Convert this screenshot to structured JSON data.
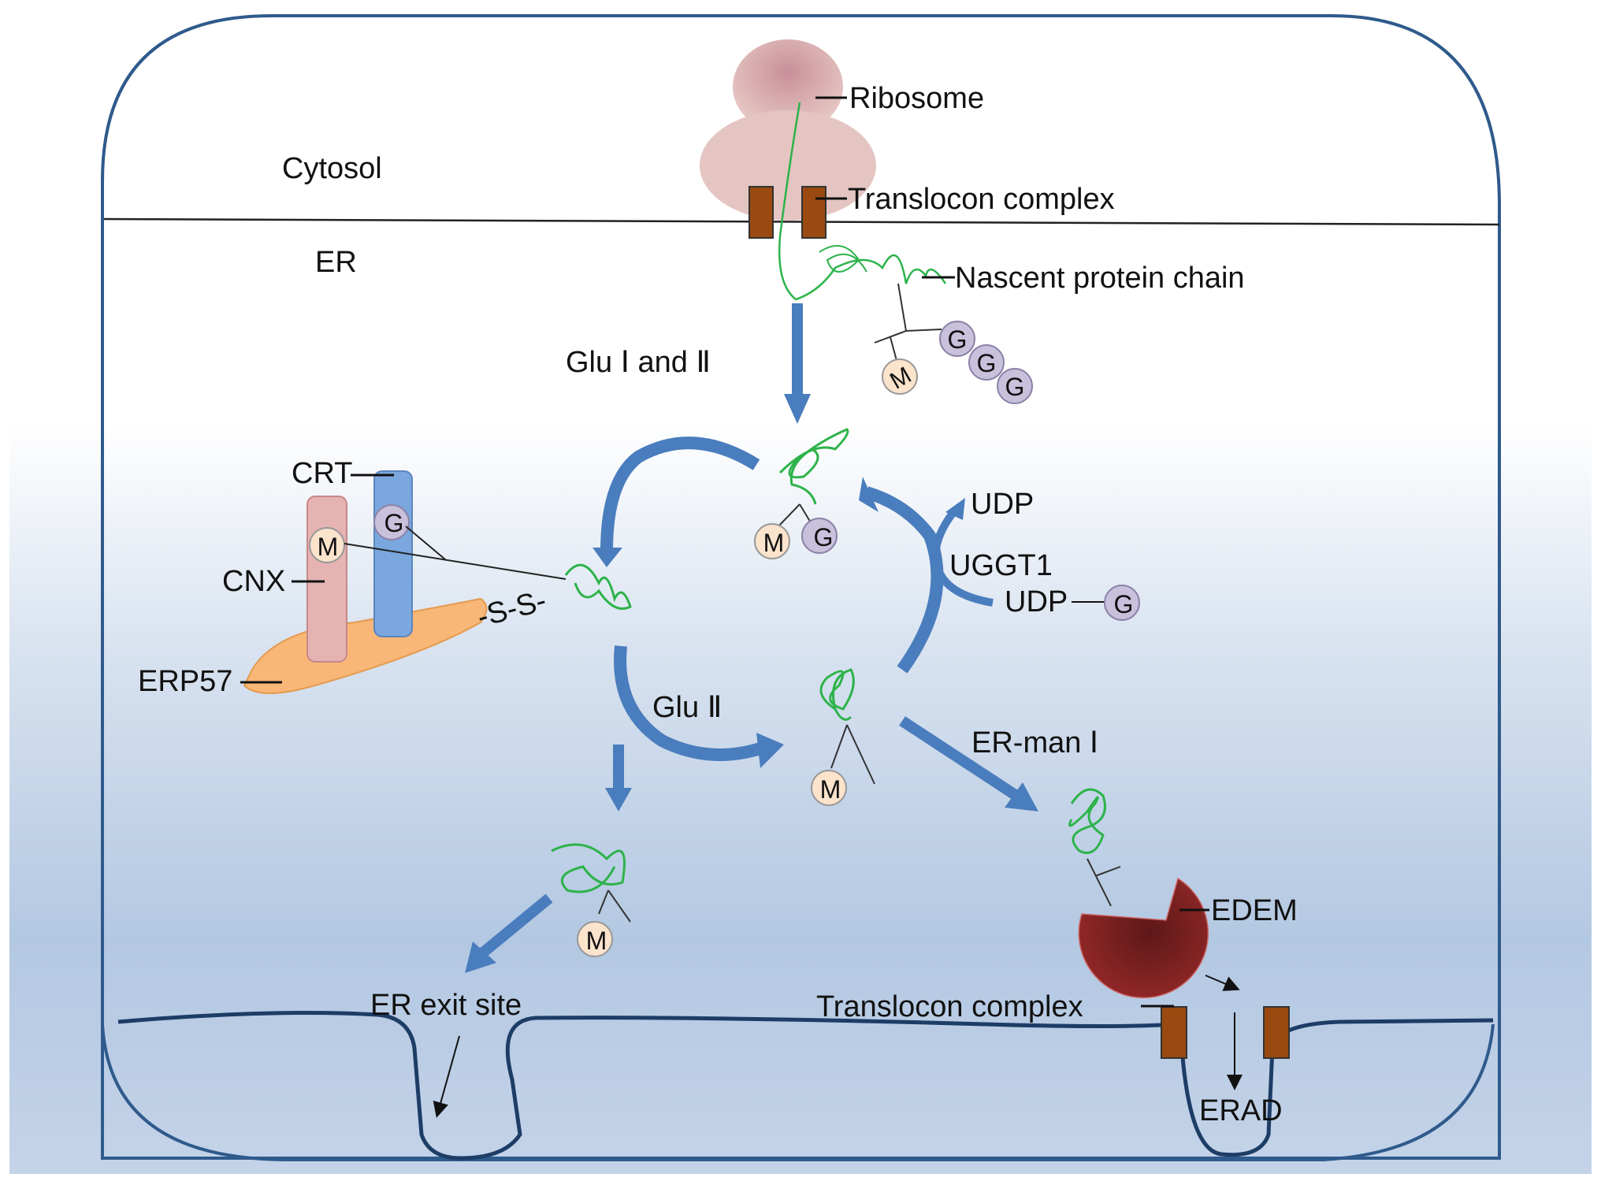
{
  "regions": {
    "cytosol": "Cytosol",
    "er": "ER"
  },
  "labels": {
    "ribosome": "Ribosome",
    "translocon_top": "Translocon  complex",
    "nascent_chain": "Nascent protein chain",
    "glu_i_ii": "Glu  Ⅰ  and  Ⅱ",
    "crt": "CRT",
    "cnx": "CNX",
    "erp57": "ERP57",
    "disulfide": "-S-S-",
    "udp_out": "UDP",
    "uggt1": "UGGT1",
    "udp_in": "UDP",
    "glu_ii": "Glu  Ⅱ",
    "er_man_i": "ER-man Ⅰ",
    "edem": "EDEM",
    "er_exit_site": "ER exit site",
    "translocon_bottom": "Translocon  complex",
    "erad": "ERAD"
  },
  "sugars": {
    "mannose": "M",
    "glucose": "G"
  },
  "colors": {
    "cell_border": "#2f5a8c",
    "arrow_blue": "#4a7dbd",
    "protein_green": "#2db34a",
    "translocon_brown": "#9a4a10",
    "ribosome_pink": "#d9b2b2",
    "cnx_pink": "#e6b3b3",
    "crt_blue": "#7aa7de",
    "erp57_orange": "#f8b777",
    "edem_red": "#8a2424",
    "mannose_fill": "#fbe3cc",
    "glucose_fill": "#c9c0dc"
  }
}
